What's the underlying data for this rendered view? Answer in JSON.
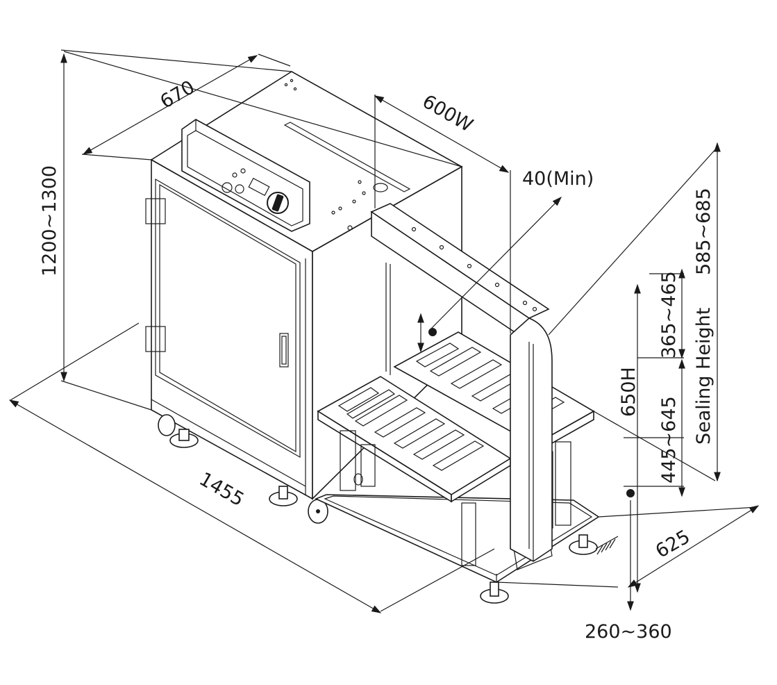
{
  "colors": {
    "ink": "#1a1a1a",
    "paper": "#ffffff"
  },
  "dimensions": {
    "depth_top": "670",
    "arch_width": "600W",
    "arch_min": "40(Min)",
    "total_height": "1200~1300",
    "overall_length": "1455",
    "right_height": "585~685",
    "clearance_upper": "365~465",
    "table_height": "650H",
    "sealing_height_label": "Sealing Height",
    "lower_range": "445~645",
    "base_width": "625",
    "leg_range": "260~360"
  }
}
